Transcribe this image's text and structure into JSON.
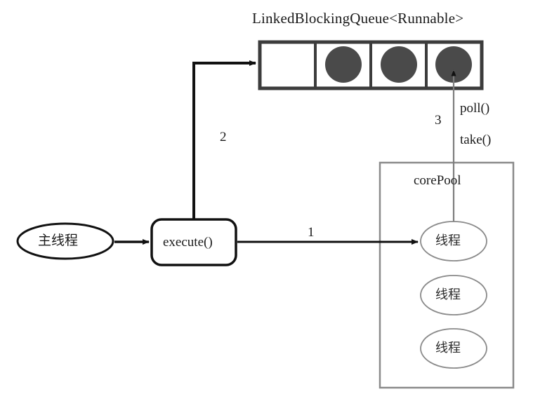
{
  "diagram": {
    "title": "LinkedBlockingQueue<Runnable>",
    "queue": {
      "name": "LinkedBlockingQueue<Runnable>",
      "cell_count": 4,
      "cells": [
        {
          "index": 0,
          "filled": false
        },
        {
          "index": 1,
          "filled": true
        },
        {
          "index": 2,
          "filled": true
        },
        {
          "index": 3,
          "filled": true
        }
      ],
      "task_color": "#4a4a4a",
      "border_color": "#3c3c3c"
    },
    "main_thread": {
      "label": "主线程"
    },
    "execute_box": {
      "label": "execute()"
    },
    "core_pool": {
      "label": "corePool",
      "threads": [
        {
          "label": "线程"
        },
        {
          "label": "线程"
        },
        {
          "label": "线程"
        }
      ],
      "border_color": "#8a8a8a"
    },
    "steps": {
      "step1": "1",
      "step2": "2",
      "step3": "3"
    },
    "methods": {
      "poll": "poll()",
      "take": "take()"
    }
  }
}
